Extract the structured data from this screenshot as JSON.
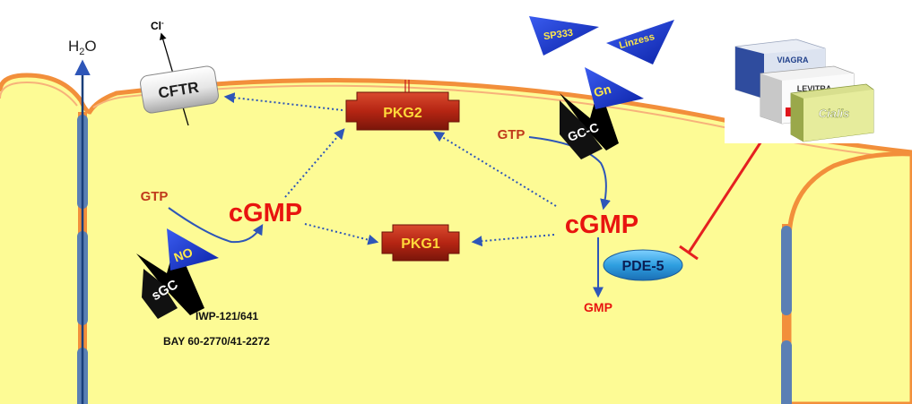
{
  "labels": {
    "water": "H",
    "water_sub": "2",
    "water_o": "O",
    "chloride": "Cl",
    "chloride_sup": "-",
    "cftr": "CFTR",
    "pkg2": "PKG2",
    "pkg1": "PKG1",
    "gtp_left": "GTP",
    "gtp_right": "GTP",
    "cgmp_left": "cGMP",
    "cgmp_right": "cGMP",
    "gmp": "GMP",
    "no": "NO",
    "sgc": "sGC",
    "gcc": "GC-C",
    "gn": "Gn",
    "sp333": "SP333",
    "linzess": "Linzess",
    "pde5": "PDE-5",
    "iwp": "IWP-121/641",
    "bay": "BAY 60-2770/41-2272"
  },
  "drug_box_labels": {
    "viagra": "VIAGRA",
    "levitra": "LEVITRA",
    "cialis": "Cialis"
  },
  "colors": {
    "cytoplasm": "#fdfb95",
    "membrane": "#f28f3b",
    "arrow_blue": "#2e56b8",
    "label_red": "#e8140f",
    "gtp_red": "#c0391b",
    "kinase": "#b52513",
    "kinase_text": "#ffd83a",
    "triangle_blue": "#1133cc",
    "triangle_text": "#ffe94a",
    "inhibit_red": "#e52020",
    "pde_fill": "#2f9fe0",
    "junction_blue": "#5a7fb4"
  }
}
